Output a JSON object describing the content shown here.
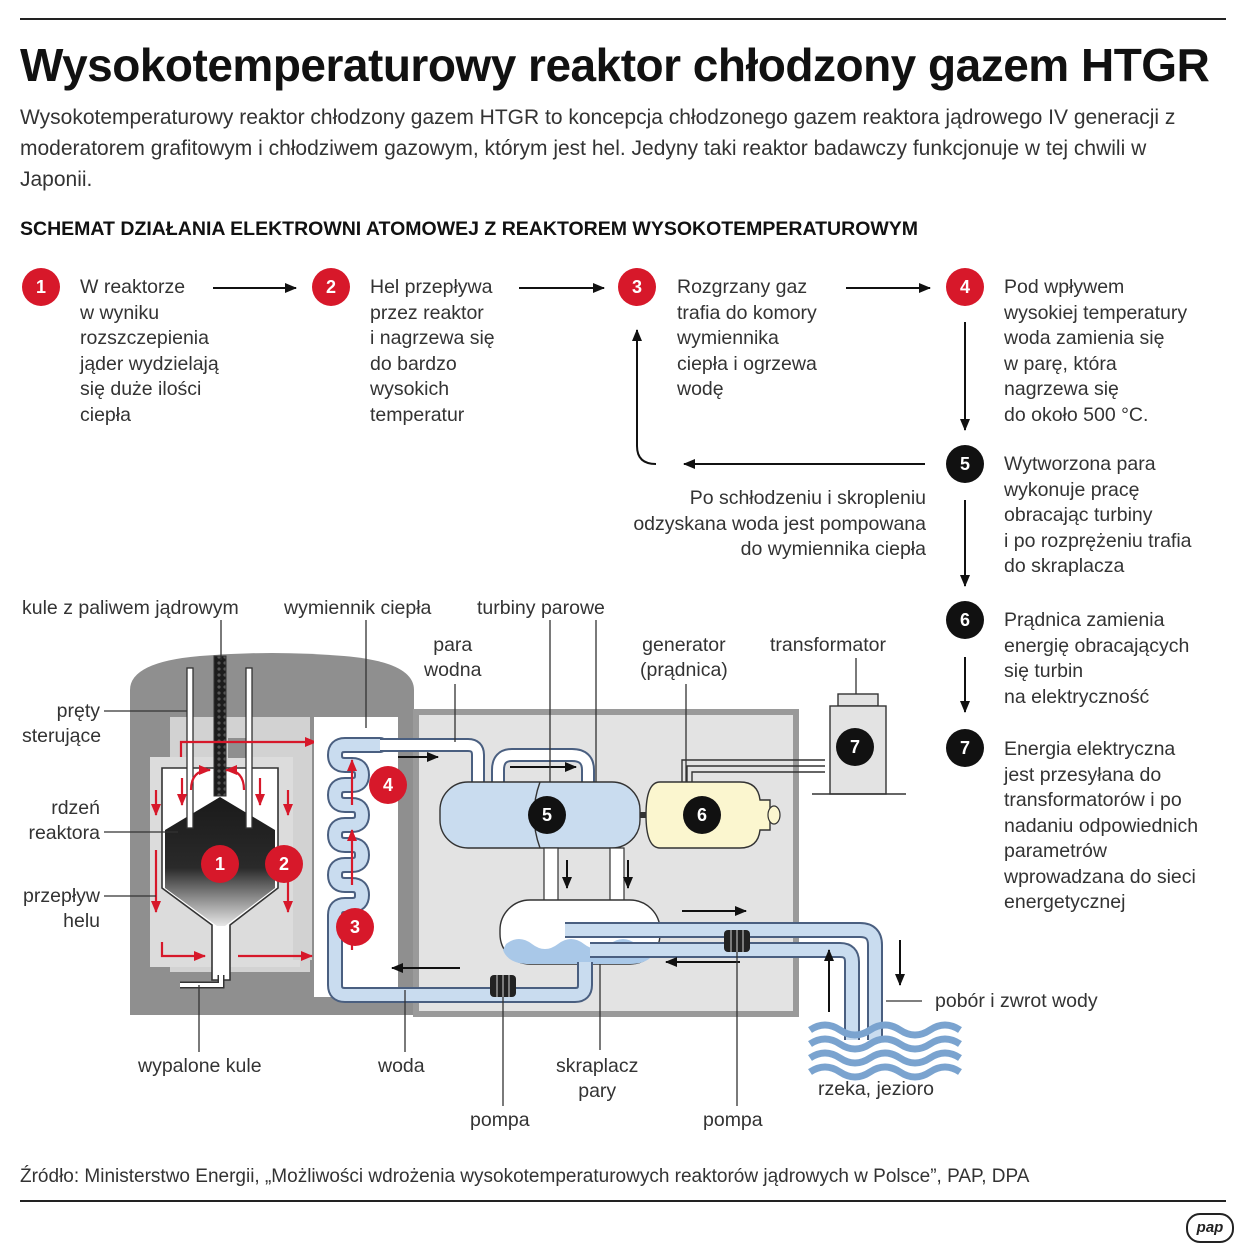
{
  "title": "Wysokotemperaturowy reaktor chłodzony gazem HTGR",
  "intro": "Wysokotemperaturowy reaktor chłodzony gazem HTGR to koncepcja chłodzonego gazem reaktora jądrowego IV generacji z moderatorem grafitowym i chłodziwem gazowym, którym jest hel. Jedyny taki reaktor badawczy funkcjonuje w tej chwili w Japonii.",
  "subhead": "SCHEMAT DZIAŁANIA ELEKTROWNI ATOMOWEJ Z REAKTOREM WYSOKOTEMPERATUROWYM",
  "colors": {
    "accent_red": "#d7182a",
    "badge_black": "#111111",
    "water_blue": "#a9c8e8",
    "generator_yellow": "#fbf6cf",
    "reactor_grey": "#8a8a8a"
  },
  "steps": [
    {
      "num": "1",
      "lines": [
        "W reaktorze",
        "w wyniku",
        "rozszczepienia",
        "jąder wydzielają",
        "się duże ilości",
        "ciepła"
      ]
    },
    {
      "num": "2",
      "lines": [
        "Hel przepływa",
        "przez reaktor",
        "i nagrzewa się",
        "do bardzo",
        "wysokich",
        "temperatur"
      ]
    },
    {
      "num": "3",
      "lines": [
        "Rozgrzany gaz",
        "trafia do komory",
        "wymiennika",
        "ciepła i ogrzewa",
        "wodę"
      ]
    },
    {
      "num": "4",
      "lines": [
        "Pod wpływem",
        "wysokiej temperatury",
        "woda zamienia się",
        "w parę, która",
        "nagrzewa się",
        "do około 500 °C."
      ]
    },
    {
      "num": "5",
      "lines": [
        "Wytworzona para",
        "wykonuje pracę",
        "obracając turbiny",
        "i po rozprężeniu trafia",
        "do skraplacza"
      ]
    },
    {
      "num": "6",
      "lines": [
        "Prądnica zamienia",
        "energię obracających",
        "się turbin",
        "na elektryczność"
      ]
    },
    {
      "num": "7",
      "lines": [
        "Energia elektryczna",
        "jest przesyłana do",
        "transformatorów i po",
        "nadaniu odpowiednich",
        "parametrów",
        "wprowadzana do sieci",
        "energetycznej"
      ]
    }
  ],
  "return_text": [
    "Po schłodzeniu i skropleniu",
    "odzyskana woda jest pompowana",
    "do wymiennika ciepła"
  ],
  "labels": {
    "fuel_balls": "kule z paliwem jądrowym",
    "heat_exchanger": "wymiennik ciepła",
    "steam_turbines": "turbiny parowe",
    "steam": [
      "para",
      "wodna"
    ],
    "generator": [
      "generator",
      "(prądnica)"
    ],
    "transformer": "transformator",
    "control_rods": [
      "pręty",
      "sterujące"
    ],
    "reactor_core": [
      "rdzeń",
      "reaktora"
    ],
    "helium_flow": [
      "przepływ",
      "helu"
    ],
    "spent_balls": "wypalone kule",
    "water": "woda",
    "pump_left": "pompa",
    "condenser": [
      "skraplacz",
      "pary"
    ],
    "pump_right": "pompa",
    "water_intake": "pobór i zwrot wody",
    "river": "rzeka, jezioro"
  },
  "diagram_badges": {
    "b1": "1",
    "b2": "2",
    "b3": "3",
    "b4": "4",
    "b5": "5",
    "b6": "6",
    "b7": "7"
  },
  "source": "Źródło: Ministerstwo Energii, „Możliwości wdrożenia wysokotemperaturowych reaktorów jądrowych w Polsce”, PAP, DPA",
  "logo_text": "pap"
}
